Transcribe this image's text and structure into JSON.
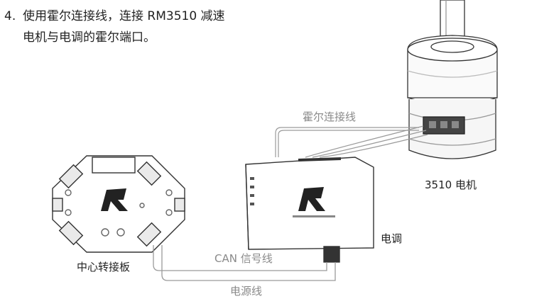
{
  "instruction": {
    "number": "4.",
    "line1": "使用霍尔连接线，连接 RM3510 减速",
    "line2": "电机与电调的霍尔端口。"
  },
  "labels": {
    "hall_cable": "霍尔连接线",
    "motor": "3510 电机",
    "esc": "电调",
    "hub": "中心转接板",
    "can_cable": "CAN 信号线",
    "power_cable": "电源线"
  },
  "colors": {
    "stroke": "#3a3a3a",
    "wire": "#9a9a9a",
    "label_gray": "#8a8a8a"
  }
}
